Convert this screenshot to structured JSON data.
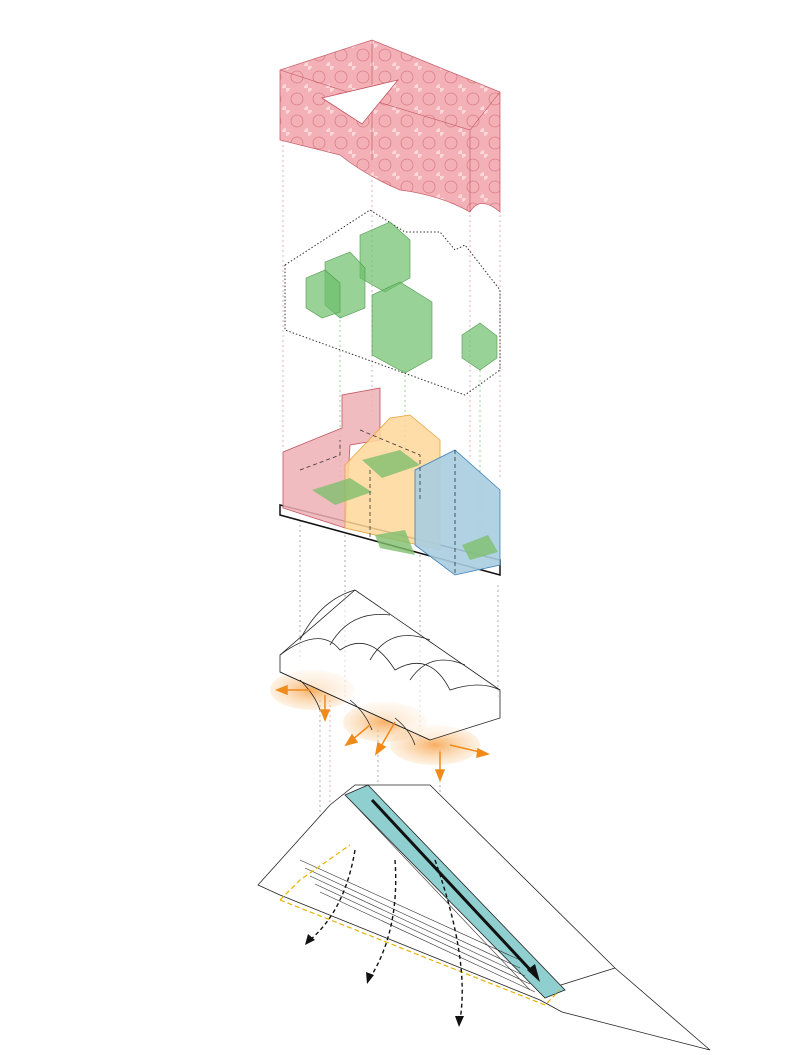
{
  "diagram": {
    "layers": [
      "roof-canopy",
      "trees",
      "program-volumes",
      "vault-structure",
      "terrain-site"
    ],
    "colors": {
      "roof": "#f0a3ab",
      "roof_line": "#c2545f",
      "tree": "#6cbf6a",
      "program_red": "#eeb0b5",
      "program_orange": "#ffd79a",
      "program_blue": "#a9cde0",
      "program_green": "#7fbf6e",
      "glow": "#f7a24a",
      "water": "#8fcfcf",
      "path_yellow": "#e7b300"
    }
  }
}
